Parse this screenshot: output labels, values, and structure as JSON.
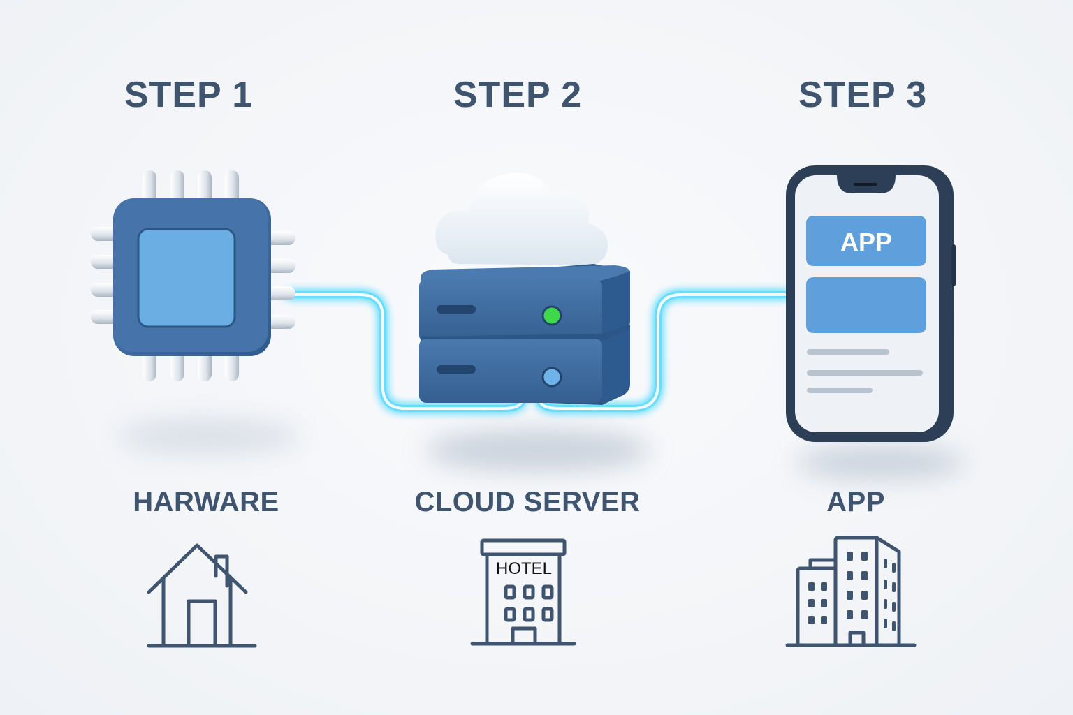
{
  "steps": [
    {
      "title": "STEP 1",
      "label": "HARWARE",
      "device": "chip-icon",
      "building": "house-icon"
    },
    {
      "title": "STEP 2",
      "label": "CLOUD SERVER",
      "device": "cloud-server-icon",
      "building": "hotel-icon",
      "building_text": "HOTEL"
    },
    {
      "title": "STEP 3",
      "label": "APP",
      "device": "smartphone-icon",
      "building": "office-buildings-icon"
    }
  ],
  "phone": {
    "screen_button_label": "APP"
  },
  "colors": {
    "text": "#3e546f",
    "device_blue": "#3d6a9f",
    "chip_core": "#6aaee3",
    "glow": "#4fd8ff",
    "led_green": "#3fd84a",
    "led_blue": "#6fb3ea",
    "phone_frame": "#2d3f56"
  }
}
